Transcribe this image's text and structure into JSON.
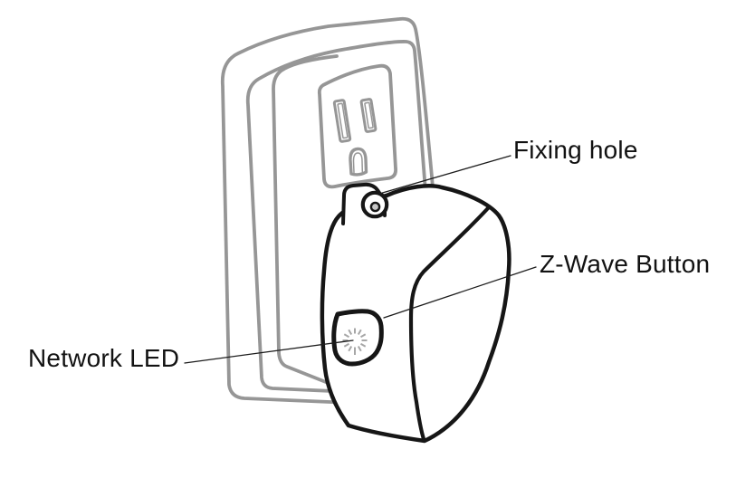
{
  "figure": {
    "labels": {
      "fixing_hole": "Fixing hole",
      "z_wave_button": "Z-Wave Button",
      "network_led": "Network LED"
    },
    "colors": {
      "plate_gray": "#969696",
      "outline_black": "#161616",
      "leader_black": "#1c1c1c",
      "led_gray": "#a7a7a7",
      "hole_center_gray": "#c6c6c6",
      "background": "#ffffff",
      "label_text": "#121212"
    }
  }
}
